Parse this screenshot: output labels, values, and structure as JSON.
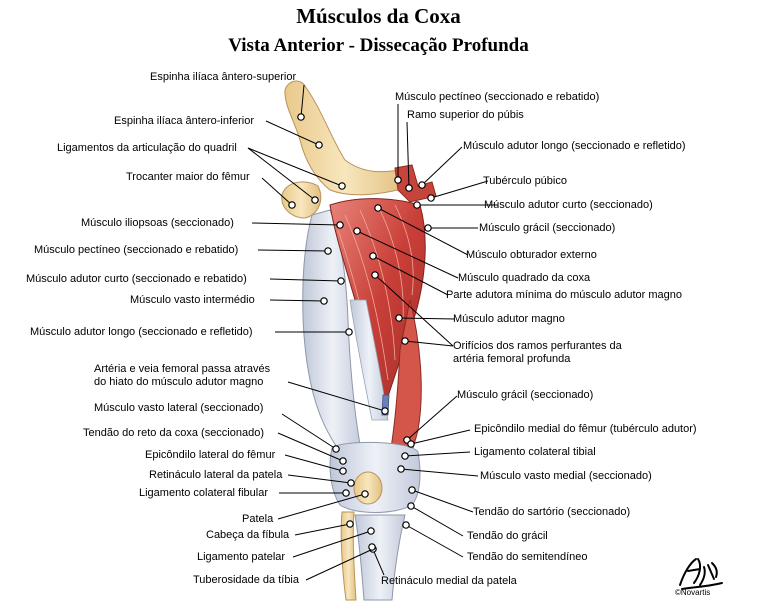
{
  "title": "Músculos da Coxa",
  "subtitle": "Vista Anterior - Dissecação Profunda",
  "labels_left": [
    "Espinha ilíaca ântero-superior",
    "Espinha ilíaca ântero-inferior",
    "Ligamentos da articulação do quadril",
    "Trocanter maior do fêmur",
    "Músculo iliopsoas (seccionado)",
    "Músculo pectíneo (seccionado e rebatido)",
    "Músculo adutor curto (seccionado e rebatido)",
    "Músculo vasto intermédio",
    "Músculo adutor longo (seccionado e refletido)",
    "Artéria e veia femoral passa através",
    "do hiato do músculo adutor magno",
    "Músculo vasto lateral (seccionado)",
    "Tendão do reto da coxa (seccionado)",
    "Epicôndilo lateral do fêmur",
    "Retináculo lateral da patela",
    "Ligamento colateral fibular",
    "Patela",
    "Cabeça da fíbula",
    "Ligamento patelar",
    "Tuberosidade da tíbia"
  ],
  "labels_right": [
    "Músculo pectíneo (seccionado e rebatido)",
    "Ramo superior do púbis",
    "Músculo adutor longo (seccionado e refletido)",
    "Tubérculo púbico",
    "Músculo adutor curto (seccionado)",
    "Músculo grácil (seccionado)",
    "Músculo obturador externo",
    "Músculo quadrado da coxa",
    "Parte adutora mínima do músculo adutor magno",
    "Músculo adutor magno",
    "Orifícios dos ramos perfurantes da",
    "artéria femoral profunda",
    "Músculo grácil (seccionado)",
    "Epicôndilo medial do fêmur (tubérculo adutor)",
    "Ligamento colateral tibial",
    "Músculo vasto medial (seccionado)",
    "Tendão do sartório (seccionado)",
    "Tendão do grácil",
    "Tendão do semitendíneo",
    "Retináculo medial da patela"
  ],
  "logo": {
    "signature": "F. Netter",
    "credit": "©Novartis"
  },
  "colors": {
    "muscle": "#c9403a",
    "muscle_light": "#e07a6a",
    "tendon": "#dde3ee",
    "bone": "#f3d9a4",
    "background": "#ffffff"
  }
}
